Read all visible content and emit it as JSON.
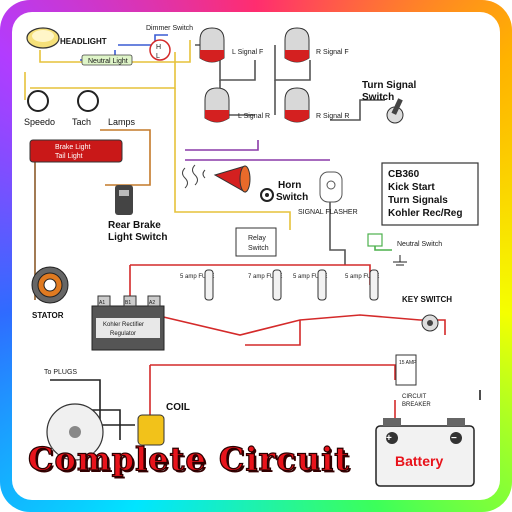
{
  "caption": "Complete Circuit",
  "labels": {
    "headlight": "HEADLIGHT",
    "dimmer": "Dimmer Switch",
    "dimmer_h": "H",
    "dimmer_l": "L",
    "neutral_light": "Neutral Light",
    "speedo": "Speedo",
    "tach": "Tach",
    "lamps": "Lamps",
    "brake_light": "Brake Light",
    "tail_light": "Tail Light",
    "l_signal_f": "L Signal F",
    "r_signal_f": "R Signal F",
    "l_signal_r": "L Signal R",
    "r_signal_r": "R Signal R",
    "turn_signal_switch_1": "Turn Signal",
    "turn_signal_switch_2": "Switch",
    "horn_switch_1": "Horn",
    "horn_switch_2": "Switch",
    "signal_flasher": "SIGNAL FLASHER",
    "rear_brake_1": "Rear Brake",
    "rear_brake_2": "Light Switch",
    "relay_switch_1": "Relay",
    "relay_switch_2": "Switch",
    "neutral_switch": "Neutral Switch",
    "info_1": "CB360",
    "info_2": "Kick Start",
    "info_3": "Turn Signals",
    "info_4": "Kohler Rec/Reg",
    "fuse_1": "5 amp FUSE",
    "fuse_2": "7 amp FUSE",
    "fuse_3": "5 amp FUSE",
    "fuse_4": "5 amp FUSE",
    "stator": "STATOR",
    "regulator_1": "Kohler Rectifier",
    "regulator_2": "Regulator",
    "terminal_a1": "A1",
    "terminal_b1": "B1",
    "terminal_a2": "A2",
    "key_switch": "KEY SWITCH",
    "to_plugs": "To PLUGS",
    "coil": "COIL",
    "fuse_15": "15 AMP",
    "circuit_breaker_1": "CIRCUIT",
    "circuit_breaker_2": "BREAKER",
    "battery": "Battery"
  },
  "colors": {
    "wire_red": "#d42a2a",
    "wire_yellow": "#e6c23a",
    "wire_blue": "#3a5bd4",
    "wire_black": "#222222",
    "wire_green": "#4cb04c",
    "wire_brown": "#8a5a2a",
    "wire_purple": "#8a3aa8",
    "caption": "#e8131b"
  }
}
